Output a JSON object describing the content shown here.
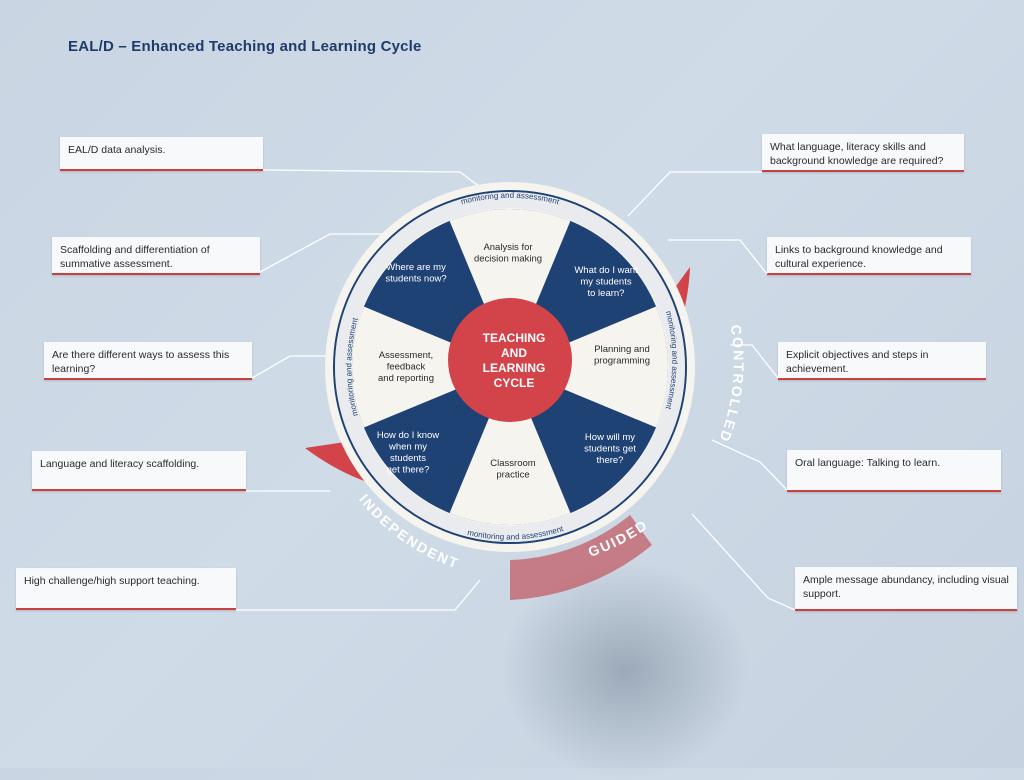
{
  "title": "EAL/D – Enhanced Teaching and Learning Cycle",
  "center": {
    "line1": "TEACHING",
    "line2": "AND",
    "line3": "LEARNING",
    "line4": "CYCLE"
  },
  "ring_label": "monitoring and assessment",
  "arc_labels": {
    "controlled": "CONTROLLED",
    "guided": "GUIDED",
    "independent": "INDEPENDENT"
  },
  "segments": {
    "s1": [
      "Analysis for",
      "decision making"
    ],
    "s2": [
      "What do I want",
      "my students",
      "to learn?"
    ],
    "s3": [
      "Planning and",
      "programming"
    ],
    "s4": [
      "How will my",
      "students get",
      "there?"
    ],
    "s5": [
      "Classroom",
      "practice"
    ],
    "s6": [
      "How do I know",
      "when my",
      "students",
      "get there?"
    ],
    "s7": [
      "Assessment,",
      "feedback",
      "and reporting"
    ],
    "s8": [
      "Where are my",
      "students now?"
    ]
  },
  "notes": {
    "left": [
      "EAL/D data analysis.",
      "Scaffolding and differentiation of summative assessment.",
      "Are there different ways to assess this learning?",
      "Language and literacy scaffolding.",
      "High challenge/high support teaching."
    ],
    "right": [
      "What language, literacy skills and background knowledge are required?",
      "Links to background knowledge and cultural experience.",
      "Explicit objectives and steps in achievement.",
      "Oral language: Talking to learn.",
      "Ample message abundancy, including visual support."
    ]
  },
  "colors": {
    "navy": "#1f4275",
    "red": "#d3434a",
    "cream": "#f6f4ef",
    "ring": "#e3e6ee"
  }
}
